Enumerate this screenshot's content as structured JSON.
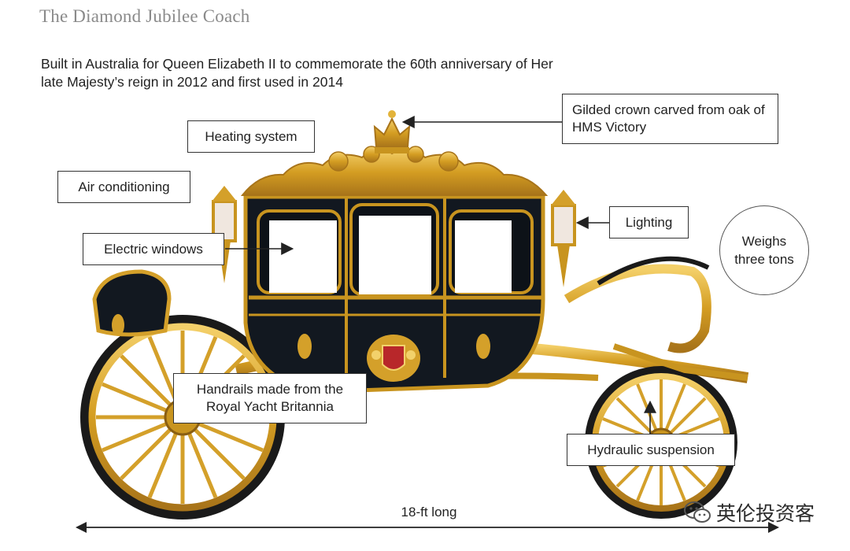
{
  "title": "The Diamond Jubilee Coach",
  "subtitle": "Built in Australia for Queen Elizabeth II to commemorate the 60th anniversary of Her late Majesty’s reign in 2012 and first used in 2014",
  "labels": {
    "heating": "Heating system",
    "air": "Air conditioning",
    "windows": "Electric windows",
    "crown": "Gilded crown carved from oak of HMS Victory",
    "lighting": "Lighting",
    "handrails": "Handrails made from the Royal Yacht Britannia",
    "hydraulic": "Hydraulic suspension"
  },
  "weight": "Weighs three tons",
  "length": "18-ft long",
  "watermark": "英伦投资客",
  "colors": {
    "gold": "#d9a62a",
    "body": "#121820",
    "line": "#222222"
  },
  "icons": {
    "watermark": "wechat-icon"
  }
}
